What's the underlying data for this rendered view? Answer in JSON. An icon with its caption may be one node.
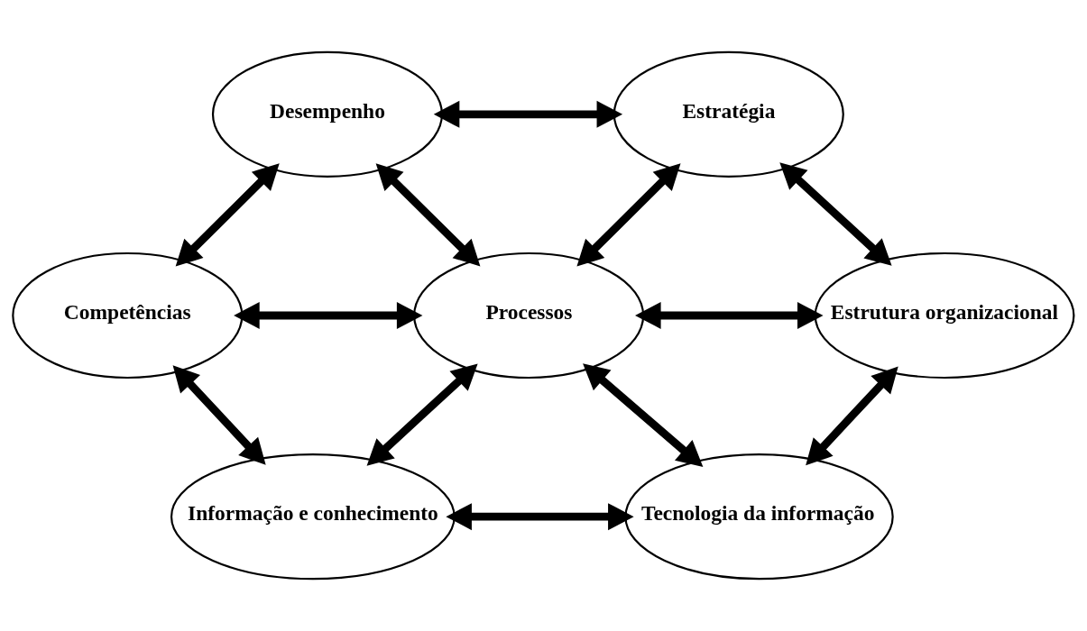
{
  "diagram": {
    "nodes": [
      {
        "text": [
          "Desempenho"
        ]
      },
      {
        "text": [
          "Estratégia"
        ]
      },
      {
        "text": [
          "Competências"
        ]
      },
      {
        "text": [
          "Processos"
        ]
      },
      {
        "text": [
          "Estrutura organizacional"
        ]
      },
      {
        "text": [
          "Informação e conhecimento"
        ]
      },
      {
        "text": [
          "Tecnologia da informação"
        ]
      }
    ],
    "edges": [
      {
        "from": 0,
        "to": 1,
        "arrow": "both"
      },
      {
        "from": 0,
        "to": 2,
        "arrow": "both"
      },
      {
        "from": 0,
        "to": 3,
        "arrow": "both"
      },
      {
        "from": 1,
        "to": 3,
        "arrow": "both"
      },
      {
        "from": 1,
        "to": 4,
        "arrow": "both"
      },
      {
        "from": 2,
        "to": 3,
        "arrow": "both"
      },
      {
        "from": 3,
        "to": 4,
        "arrow": "both"
      },
      {
        "from": 2,
        "to": 5,
        "arrow": "both"
      },
      {
        "from": 3,
        "to": 5,
        "arrow": "both"
      },
      {
        "from": 3,
        "to": 6,
        "arrow": "both"
      },
      {
        "from": 4,
        "to": 6,
        "arrow": "both"
      },
      {
        "from": 5,
        "to": 6,
        "arrow": "both"
      }
    ]
  }
}
